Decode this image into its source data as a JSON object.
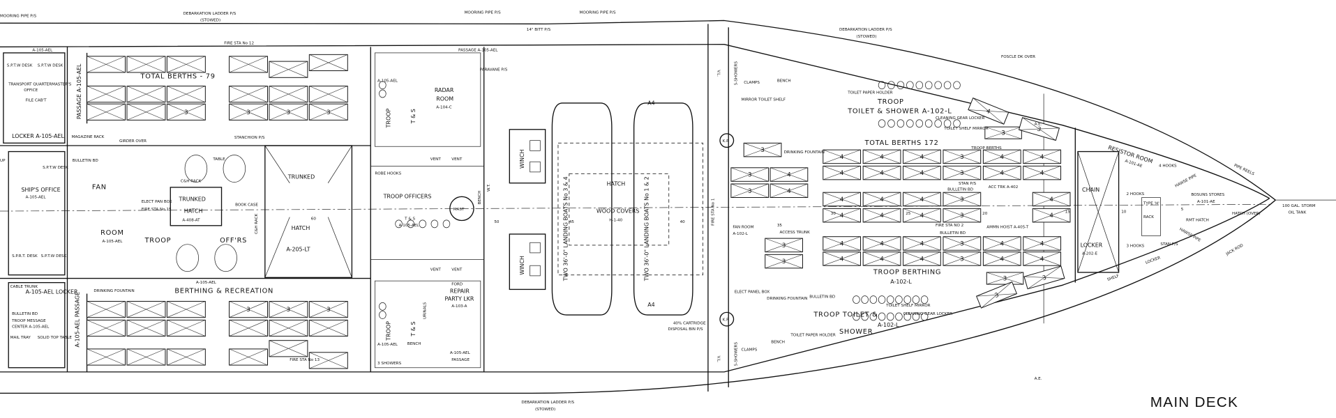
{
  "title": "MAIN DECK",
  "labels": {
    "mooring_pipe_aft": "MOORING PIPE P/S",
    "debark_ladder_top": "DEBARKATION LADDER P/S",
    "stowed_top": "(STOWED)",
    "mooring_pipe_mid1": "MOORING PIPE P/S",
    "mooring_pipe_mid2": "MOORING PIPE P/S",
    "bitt": "14\" BITT P/S",
    "debark_ladder_fwd": "DEBARKATION LADDER P/S",
    "stowed_fwd": "(STOWED)",
    "foscle": "FOSCLE DK OVER",
    "fire_sta_12": "FIRE STA No 12",
    "a105_top_left": "A-105-AEL",
    "sptw_desk_1": "S.P.T.W DESK",
    "sptw_desk_2": "S.P.T.W DESK",
    "total_berths_79": "TOTAL BERTHS - 79",
    "transport_qm": "TRANSPORT QUARTERMASTER'S",
    "office": "OFFICE",
    "file_cab": "FILE CAB'T",
    "passage_aft_top": "PASSAGE A-105-AEL",
    "locker_top": "LOCKER A-105-AEL",
    "magazine_rack": "MAGAZINE RACK",
    "girder_over": "GIRDER OVER",
    "stanchion": "STANCHION P/S",
    "bulletin_bd_aft": "BULLETIN BD",
    "table": "TABLE",
    "up": "UP",
    "sptw_desk_3": "S.P.T.W DESK",
    "ships_office": "SHIP'S OFFICE",
    "ships_office_code": "A-105-AEL",
    "sprt_desk": "S.P.R.T. DESK",
    "sptw_desk_4": "S.P.T.W DESK",
    "fan": "FAN",
    "room": "ROOM",
    "fan_room_code": "A-105-AEL",
    "ch_rack": "C&H RACK",
    "trunked_small": "TRUNKED",
    "hatch_small": "HATCH",
    "hatch_small_code": "A-408-AT",
    "elect_pan_box": "ELECT PAN BOX",
    "fire_sta_15": "FIRE STA No 15",
    "book_case": "BOOK CASE",
    "troop_offrs_1": "TROOP",
    "troop_offrs_2": "OFF'RS",
    "ch_rack_v": "C&H RACK",
    "trunked_big": "TRUNKED",
    "hatch_big": "HATCH",
    "hatch_big_code": "A-205-LT",
    "frame_60": "60",
    "a105_berthing": "A-105-AEL",
    "berthing_recreation": "BERTHING & RECREATION",
    "cable_trunk": "CABLE TRUNK",
    "locker_bottom": "A-105-AEL LOCKER",
    "drinking_fountain_aft": "DRINKING FOUNTAIN",
    "passage_aft_bottom": "A-105-AEL PASSAGE",
    "bulletin_bd_msg": "BULLETIN BD",
    "troop_message": "TROOP MESSAGE",
    "message_center": "CENTER A-105-AEL",
    "mail_tray": "MAIL TRAY",
    "solid_top_table": "SOLID TOP TABLE",
    "fire_sta_13": "FIRE STA No 13",
    "passage_col": "PASSAGE A-105-AEL",
    "a105_col": "A-105-AEL",
    "troop_col_top": "TROOP",
    "ts_col_top": "T & S",
    "radar_room": "RADAR",
    "radar_room2": "ROOM",
    "radar_code": "A-104-C",
    "paravane": "PARAVANE P/S",
    "vent_top_1": "VENT",
    "vent_top_2": "VENT",
    "robe_hooks": "ROBE HOOKS",
    "troop_officers": "TROOP OFFICERS",
    "ts_col_mid": "T & S",
    "ts_col_mid_code": "A-105-AEL",
    "mast": "MAST",
    "bench_col": "BENCH",
    "wt": "W.T.",
    "vent_bot_1": "VENT",
    "vent_bot_2": "VENT",
    "ford": "FORD",
    "repair": "REPAIR",
    "party_lkr": "PARTY LKR",
    "repair_code": "A-103-A",
    "troop_col_bot": "TROOP",
    "ts_col_bot": "T & S",
    "urinals": "URINALS",
    "a105_col_bot": "A-105-AEL",
    "bench_col_bot": "BENCH",
    "three_showers": "3 SHOWERS",
    "passage_col_bot": "A-105-AEL",
    "passage_col_bot2": "PASSAGE",
    "a4_top": "A4",
    "a4_bot": "A4",
    "winch_1": "WINCH",
    "winch_2": "WINCH",
    "frame_50": "50",
    "frame_45": "45",
    "frame_40": "40",
    "frame_35": "35",
    "frame_30": "30",
    "frame_25": "25",
    "frame_20": "20",
    "frame_15": "15",
    "frame_10": "10",
    "frame_5": "5",
    "hatch_main": "HATCH",
    "wood_covers": "WOOD COVERS",
    "hatch_main_code": "H-1-40",
    "boats_34": "TWO 36'-0\" LANDING BOATS No 3 & 4",
    "boats_12": "TWO 36'-0\" LANDING BOATS No 1 & 2",
    "cartridge_bin": "40% CARTRIDGE",
    "cartridge_bin2": "DISPOSAL BIN P/S",
    "debark_ladder_bot": "DEBARKATION LADDER P/S",
    "stowed_bot": "(STOWED)",
    "showers_5_top": "5-SHOWERS",
    "showers_5_bot": "5-SHOWERS",
    "kp_top": "K.P.",
    "kp_bot": "K.P.",
    "vl_top": "V.L.",
    "vl_bot": "V.L.",
    "ae_top": "A.E.",
    "ae_bot": "A.E.",
    "bench_fwd_top": "BENCH",
    "clamps_top": "CLAMPS",
    "mirror_shelf_top": "MIRROR TOILET SHELF",
    "toilet_paper_top": "TOILET PAPER HOLDER",
    "troop_toilet_top": "TROOP",
    "toilet_shower_top": "TOILET & SHOWER A-102-L",
    "cleaning_gear_top": "CLEANING GEAR LOCKER",
    "toilet_shelf_mirror_top": "TOILET SHELF MIRROR",
    "troop_berths": "TROOP BERTHS",
    "total_berths_172": "TOTAL BERTHS 172",
    "stan_fwd": "STAN P/S",
    "drinking_fountain_fwd": "DRINKING FOUNTAIN",
    "fire_sta_no1": "FIRE STA No 1",
    "fan_room_fwd": "FAN ROOM",
    "fan_room_fwd_code": "A-102-L",
    "access_trunk": "ACCESS TRUNK",
    "bulletin_bd_fwd1": "BULLETIN BD",
    "acc_trk": "ACC TRK A-402",
    "ammn_hoist": "AMMN HOIST A-405-T",
    "fire_sta_no2": "FIRE STA NO 2",
    "bulletin_bd_fwd2": "BULLETIN BD",
    "troop_berthing": "TROOP BERTHING",
    "troop_berthing_code": "A-102-L",
    "elect_panel_box": "ELECT PANEL BOX",
    "drinking_fountain_fwd2": "DRINKING FOUNTAIN",
    "bulletin_bd_fwd3": "BULLETIN BD",
    "troop_toilet_bot": "TROOP TOILET &",
    "shower_bot": "SHOWER",
    "shower_bot_code": "A-102-L",
    "toilet_shelf_mirror_bot": "TOILET SHELF MIRROR",
    "cleaning_gear_bot": "CLEANING GEAR LOCKER",
    "bench_fwd_bot": "BENCH",
    "toilet_paper_bot": "TOILET PAPER HOLDER",
    "clamps_bot": "CLAMPS",
    "resistor_room": "RESISTOR ROOM",
    "resistor_code": "A-101-AE",
    "chain": "CHAIN",
    "locker_chain": "LOCKER",
    "chain_code": "A-202-E",
    "hooks_4": "4 HOOKS",
    "hooks_2": "2 HOOKS",
    "hooks_3": "3 HOOKS",
    "type_h_rack": "TYPE 'H'",
    "rack": "RACK",
    "hawse_pipe_top": "HAWSE PIPE",
    "hawse_pipe_bot": "HAWSE PIPE",
    "bosuns_stores": "BOSUNS STORES",
    "bosuns_code": "A-101-AE",
    "pipe_reels": "PIPE REELS",
    "rmt_hatch": "RMT HATCH",
    "hatch_over": "HATCH (OVER)",
    "stan_bow": "STAN P/S",
    "locker_bow": "LOCKER",
    "shelf": "SHELF",
    "jack_rod": "JACK ROD",
    "storm_oil": "100 GAL. STORM",
    "oil_tank": "OIL TANK"
  },
  "berths": {
    "labels": [
      "",
      "",
      "",
      "",
      "",
      "",
      "",
      "",
      "",
      "",
      "",
      "",
      "",
      "",
      "3",
      "3",
      "3",
      "3",
      "",
      "",
      "",
      "3",
      "3",
      "3",
      "",
      "",
      "",
      "",
      "",
      "",
      "",
      "",
      "",
      "",
      "",
      "",
      "4",
      "4",
      "4",
      "3",
      "4",
      "4",
      "4",
      "4",
      "4",
      "3",
      "4",
      "4",
      "4",
      "4",
      "4",
      "3",
      "4",
      "4",
      "4",
      "4",
      "3",
      "4",
      "4",
      "4",
      "4",
      "3",
      "4",
      "4",
      "4",
      "4",
      "4",
      "3",
      "4",
      "4",
      "3",
      "4",
      "3",
      "4",
      "3",
      "3",
      "3",
      "3",
      "3",
      "4",
      "3",
      "3",
      "3"
    ]
  }
}
